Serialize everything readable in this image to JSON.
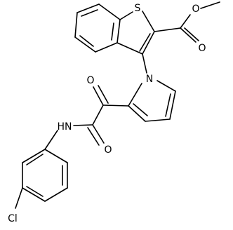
{
  "molecule": {
    "atoms": {
      "sulfur": "S",
      "ester_carbonyl_o": "O",
      "ester_ether_o": "O",
      "pyrrole_n": "N",
      "keto_o": "O",
      "amide_o": "O",
      "amide_nh": "HN",
      "chlorine": "Cl"
    }
  },
  "colors": {
    "bond": "#000000",
    "label": "#000000",
    "background": "#ffffff"
  }
}
